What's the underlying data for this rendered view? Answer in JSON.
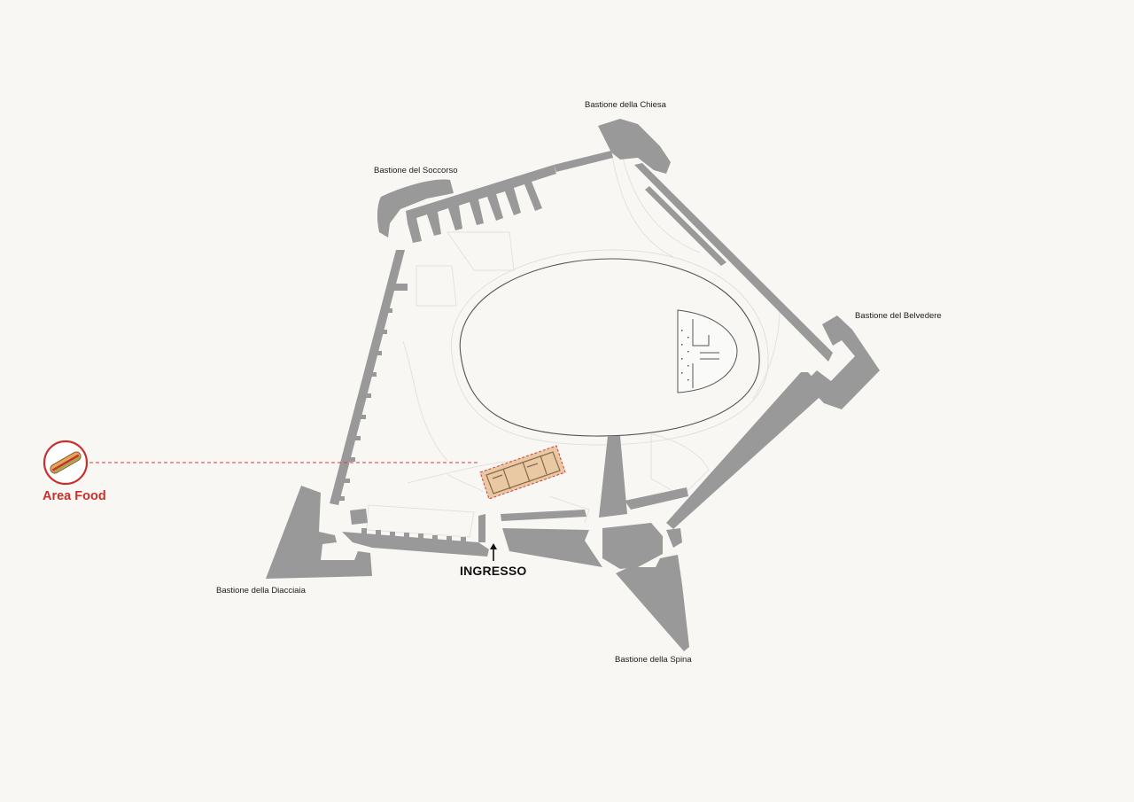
{
  "legend": {
    "food_label": "Area Food",
    "food_icon": "sandwich-icon",
    "accent_color": "#c9302c"
  },
  "entrance": {
    "label": "INGRESSO",
    "icon": "arrow-up-icon"
  },
  "bastions": {
    "chiesa": "Bastione della Chiesa",
    "soccorso": "Bastione del Soccorso",
    "belvedere": "Bastione del Belvedere",
    "diacciaia": "Bastione della Diacciaia",
    "spina": "Bastione della Spina"
  },
  "colors": {
    "background": "#f8f7f4",
    "walls": "#999999",
    "food_area": "#e9c9a4",
    "highlight_dash": "#d9393a"
  }
}
